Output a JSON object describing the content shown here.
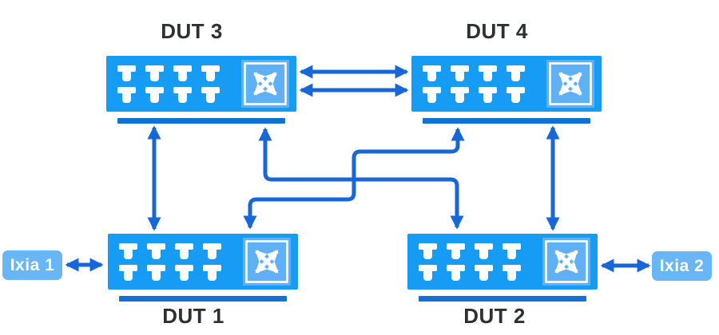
{
  "diagram": {
    "description": "Network test topology of four DUT switches and two Ixia traffic generators",
    "node_type": "ethernet-switch",
    "ports_per_switch": 8
  },
  "nodes": {
    "dut1": {
      "label": "DUT 1"
    },
    "dut2": {
      "label": "DUT 2"
    },
    "dut3": {
      "label": "DUT 3"
    },
    "dut4": {
      "label": "DUT 4"
    },
    "ixia1": {
      "label": "Ixia 1"
    },
    "ixia2": {
      "label": "Ixia 2"
    }
  },
  "connections": [
    {
      "from": "Ixia 1",
      "to": "DUT 1",
      "type": "bidirectional",
      "links": 1
    },
    {
      "from": "Ixia 2",
      "to": "DUT 2",
      "type": "bidirectional",
      "links": 1
    },
    {
      "from": "DUT 3",
      "to": "DUT 4",
      "type": "bidirectional",
      "links": 2
    },
    {
      "from": "DUT 3",
      "to": "DUT 1",
      "type": "bidirectional",
      "links": 1
    },
    {
      "from": "DUT 4",
      "to": "DUT 2",
      "type": "bidirectional",
      "links": 1
    },
    {
      "from": "DUT 3",
      "to": "DUT 2",
      "type": "bidirectional",
      "links": 1
    },
    {
      "from": "DUT 1",
      "to": "DUT 4",
      "type": "bidirectional",
      "links": 1
    }
  ],
  "icons": {
    "switch_square": "crossed-arrows-switch-icon",
    "port": "ethernet-port-icon"
  },
  "colors": {
    "canvas_bg": "#FFFFFF",
    "switch_body": "#169CF4",
    "switch_bar": "#1272D4",
    "xbox_fill": "#5FB0F5",
    "arrow": "#1767D8",
    "ixia_bg": "#68B6F6",
    "label_text": "#2E2F31"
  }
}
